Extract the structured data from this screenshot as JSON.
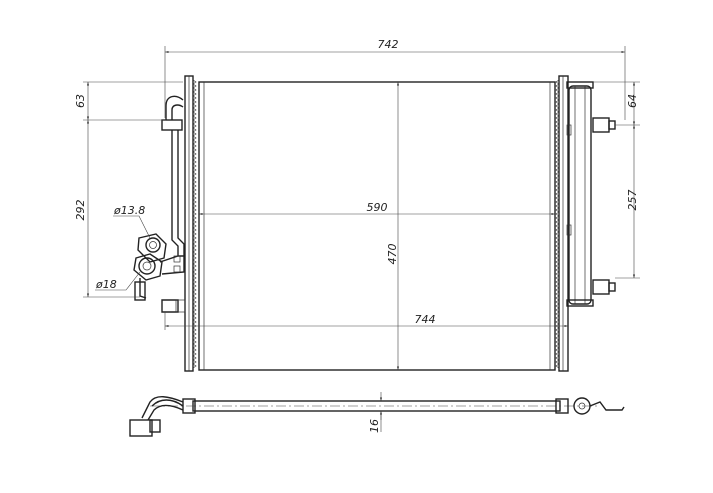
{
  "dimensions": {
    "overall_width": "742",
    "core_width": "590",
    "mount_width": "744",
    "core_height": "470",
    "left_top_offset": "63",
    "left_vertical": "292",
    "right_top_offset": "64",
    "right_vertical": "257",
    "thickness": "16"
  },
  "fittings": {
    "small_port_diameter": "ø13.8",
    "large_port_diameter": "ø18"
  }
}
